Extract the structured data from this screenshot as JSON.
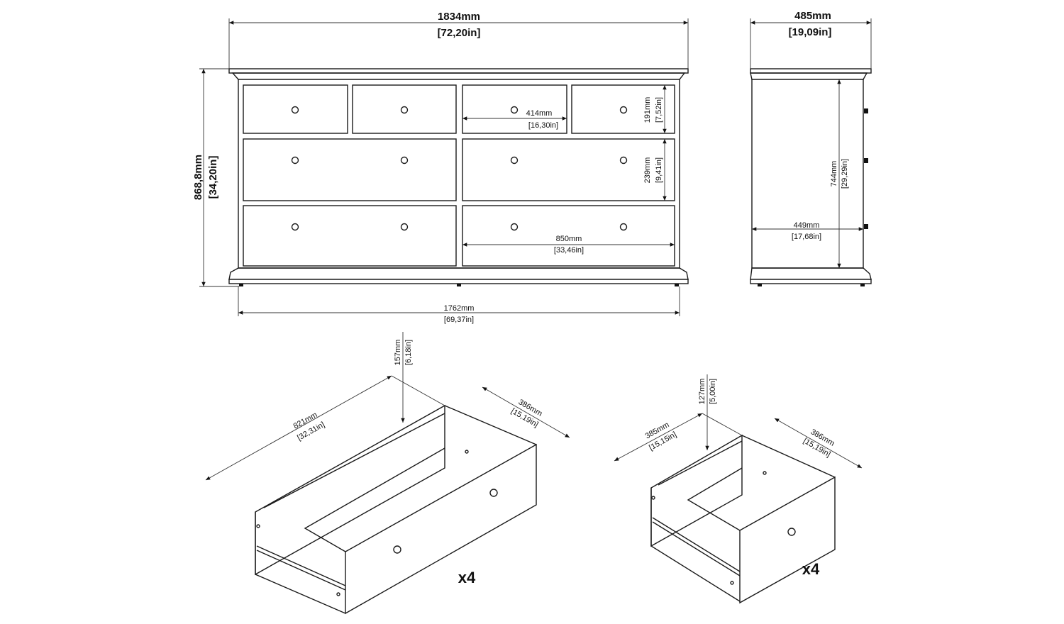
{
  "front_view": {
    "overall_width": {
      "mm": "1834mm",
      "in": "[72,20in]"
    },
    "overall_height": {
      "mm": "868,8mm",
      "in": "[34,20in]"
    },
    "body_width": {
      "mm": "1762mm",
      "in": "[69,37in]"
    },
    "small_drawer_width": {
      "mm": "414mm",
      "in": "[16,30in]"
    },
    "small_drawer_height": {
      "mm": "191mm",
      "in": "[7,52in]"
    },
    "large_drawer_height": {
      "mm": "239mm",
      "in": "[9,41in]"
    },
    "large_drawer_width": {
      "mm": "850mm",
      "in": "[33,46in]"
    }
  },
  "side_view": {
    "overall_depth": {
      "mm": "485mm",
      "in": "[19,09in]"
    },
    "body_height": {
      "mm": "744mm",
      "in": "[29,29in]"
    },
    "body_depth": {
      "mm": "449mm",
      "in": "[17,68in]"
    }
  },
  "large_drawer": {
    "height": {
      "mm": "157mm",
      "in": "[6,18in]"
    },
    "length": {
      "mm": "821mm",
      "in": "[32,31in]"
    },
    "depth": {
      "mm": "386mm",
      "in": "[15,19in]"
    },
    "quantity": "x4"
  },
  "small_drawer": {
    "height": {
      "mm": "127mm",
      "in": "[5,00in]"
    },
    "length": {
      "mm": "385mm",
      "in": "[15,15in]"
    },
    "depth": {
      "mm": "386mm",
      "in": "[15,19in]"
    },
    "quantity": "x4"
  }
}
